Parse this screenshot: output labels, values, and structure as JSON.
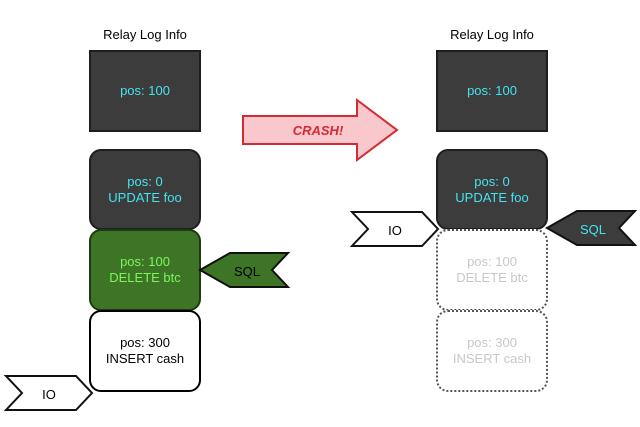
{
  "left_panel": {
    "title": "Relay Log Info",
    "info_box": "pos: 100",
    "log_entries": [
      {
        "line1": "pos: 0",
        "line2": "UPDATE foo"
      },
      {
        "line1": "pos: 100",
        "line2": "DELETE btc"
      },
      {
        "line1": "pos: 300",
        "line2": "INSERT cash"
      }
    ],
    "sql_pointer": "SQL",
    "io_pointer": "IO"
  },
  "crash_arrow": {
    "label": "CRASH!"
  },
  "right_panel": {
    "title": "Relay Log Info",
    "info_box": "pos: 100",
    "log_entries": [
      {
        "line1": "pos: 0",
        "line2": "UPDATE foo"
      },
      {
        "line1": "pos: 100",
        "line2": "DELETE btc"
      },
      {
        "line1": "pos: 300",
        "line2": "INSERT cash"
      }
    ],
    "sql_pointer": "SQL",
    "io_pointer": "IO"
  },
  "colors": {
    "dark_box": "#3c3c3c",
    "cyan_text": "#44e4ef",
    "green_box": "#3e7426",
    "green_text": "#7cf55d",
    "crash_fill": "#f8c8cc",
    "crash_stroke": "#d42a34",
    "crash_text": "#d42a34"
  }
}
